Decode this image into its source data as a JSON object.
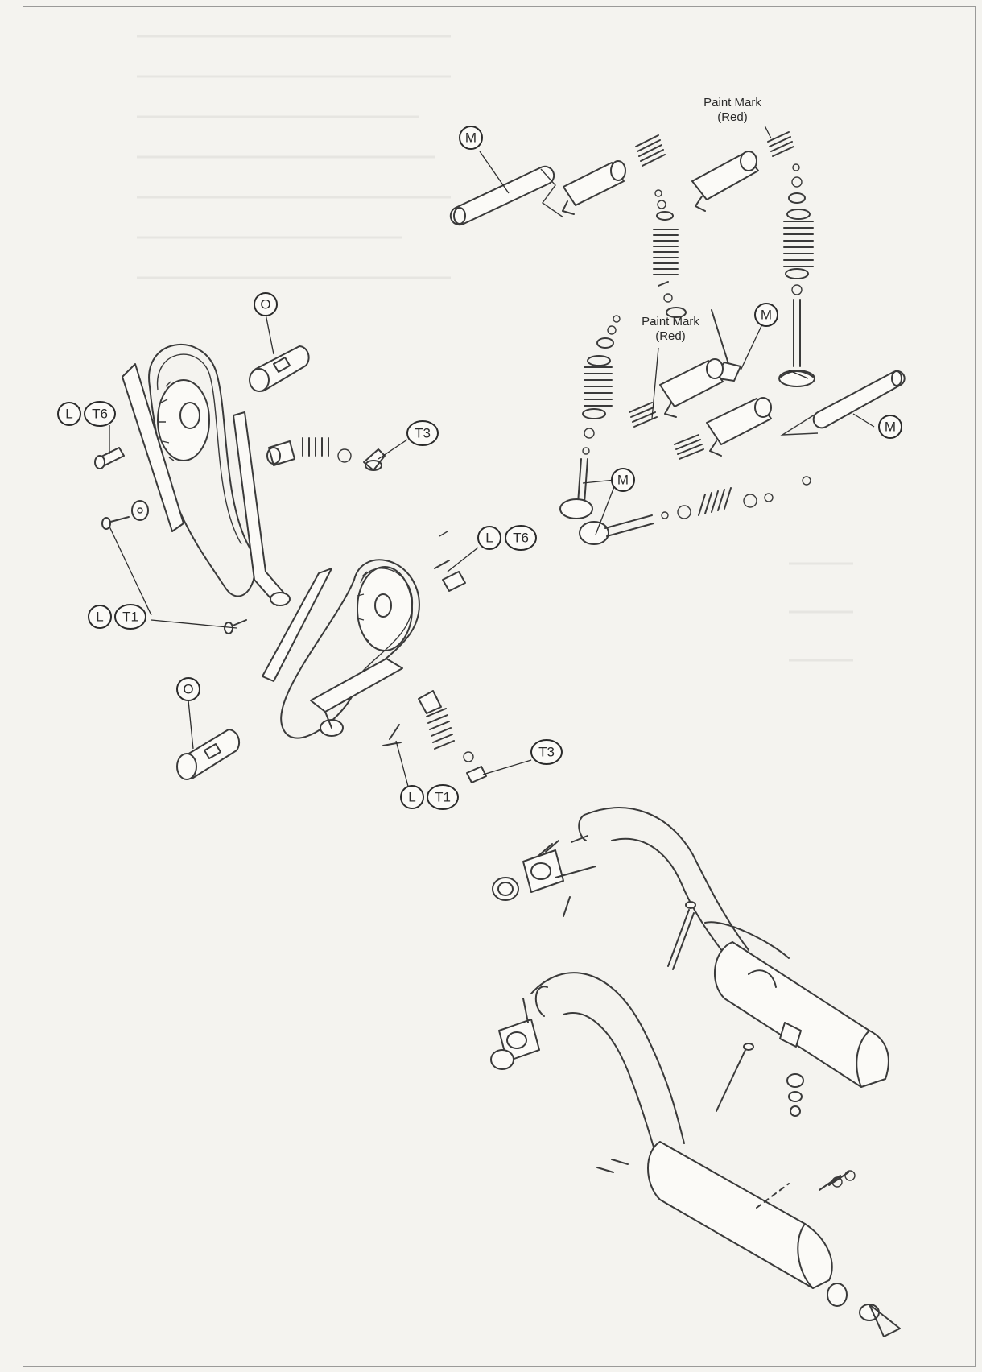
{
  "labels": {
    "paint_mark_top": "Paint Mark",
    "paint_mark_top_sub": "(Red)",
    "paint_mark_mid": "Paint Mark",
    "paint_mark_mid_sub": "(Red)"
  },
  "callouts": {
    "m": "M",
    "o": "O",
    "l": "L",
    "t6": "T6",
    "t3": "T3",
    "t1": "T1"
  }
}
